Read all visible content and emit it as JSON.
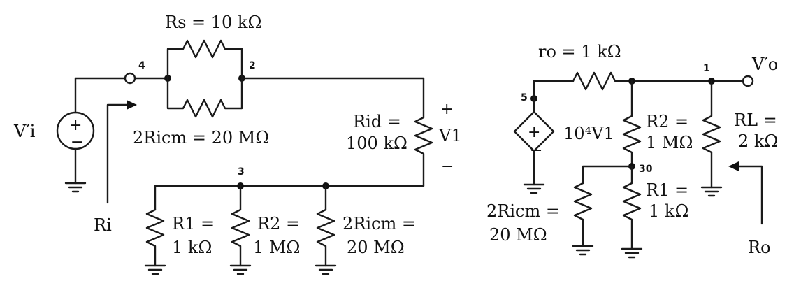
{
  "left_circuit": {
    "source_label": "V′i",
    "source_plus": "+",
    "source_minus": "−",
    "ri_label": "Ri",
    "rs_label": "Rs = 10 kΩ",
    "ricm_top_label": "2Ricm = 20 MΩ",
    "rid_label_1": "Rid =",
    "rid_label_2": "100 kΩ",
    "v1_label": "V1",
    "v1_plus": "+",
    "v1_minus": "−",
    "r1_label_1": "R1 =",
    "r1_label_2": "1 kΩ",
    "r2_label_1": "R2 =",
    "r2_label_2": "1 MΩ",
    "ricm_label_1": "2Ricm =",
    "ricm_label_2": "20 MΩ",
    "node_4": "4",
    "node_2": "2",
    "node_3": "3"
  },
  "right_circuit": {
    "ro_label": "ro = 1 kΩ",
    "vo_label": "V′o",
    "dep_source_label": "10⁴V1",
    "dep_plus": "+",
    "dep_minus": "−",
    "r2_label_1": "R2 =",
    "r2_label_2": "1 MΩ",
    "rl_label_1": "RL =",
    "rl_label_2": "2 kΩ",
    "r1_label_1": "R1 =",
    "r1_label_2": "1 kΩ",
    "ricm_label_1": "2Ricm =",
    "ricm_label_2": "20 MΩ",
    "ro_out_label": "Ro",
    "node_5": "5",
    "node_1": "1",
    "node_30": "30"
  }
}
